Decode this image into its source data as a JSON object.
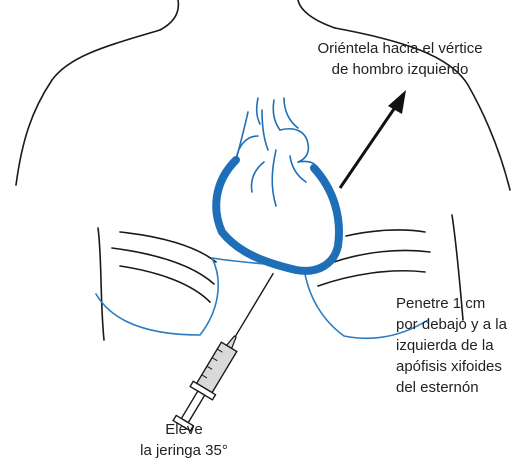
{
  "labels": {
    "orient": {
      "lines": [
        "Oriéntela hacia el vértice",
        "de hombro izquierdo"
      ]
    },
    "penetre": {
      "lines": [
        "Penetre 1 cm",
        "por debajo y a la",
        "izquierda de la",
        "apófisis xifoides",
        "del esternón"
      ]
    },
    "eleve": {
      "lines": [
        "Eleve",
        "la jeringa 35°"
      ]
    }
  },
  "colors": {
    "outline": "#1a1a1a",
    "heart": "#1f6fb8",
    "diaphragm": "#2a7cc4",
    "syringe_fill": "#d9d9d9"
  }
}
